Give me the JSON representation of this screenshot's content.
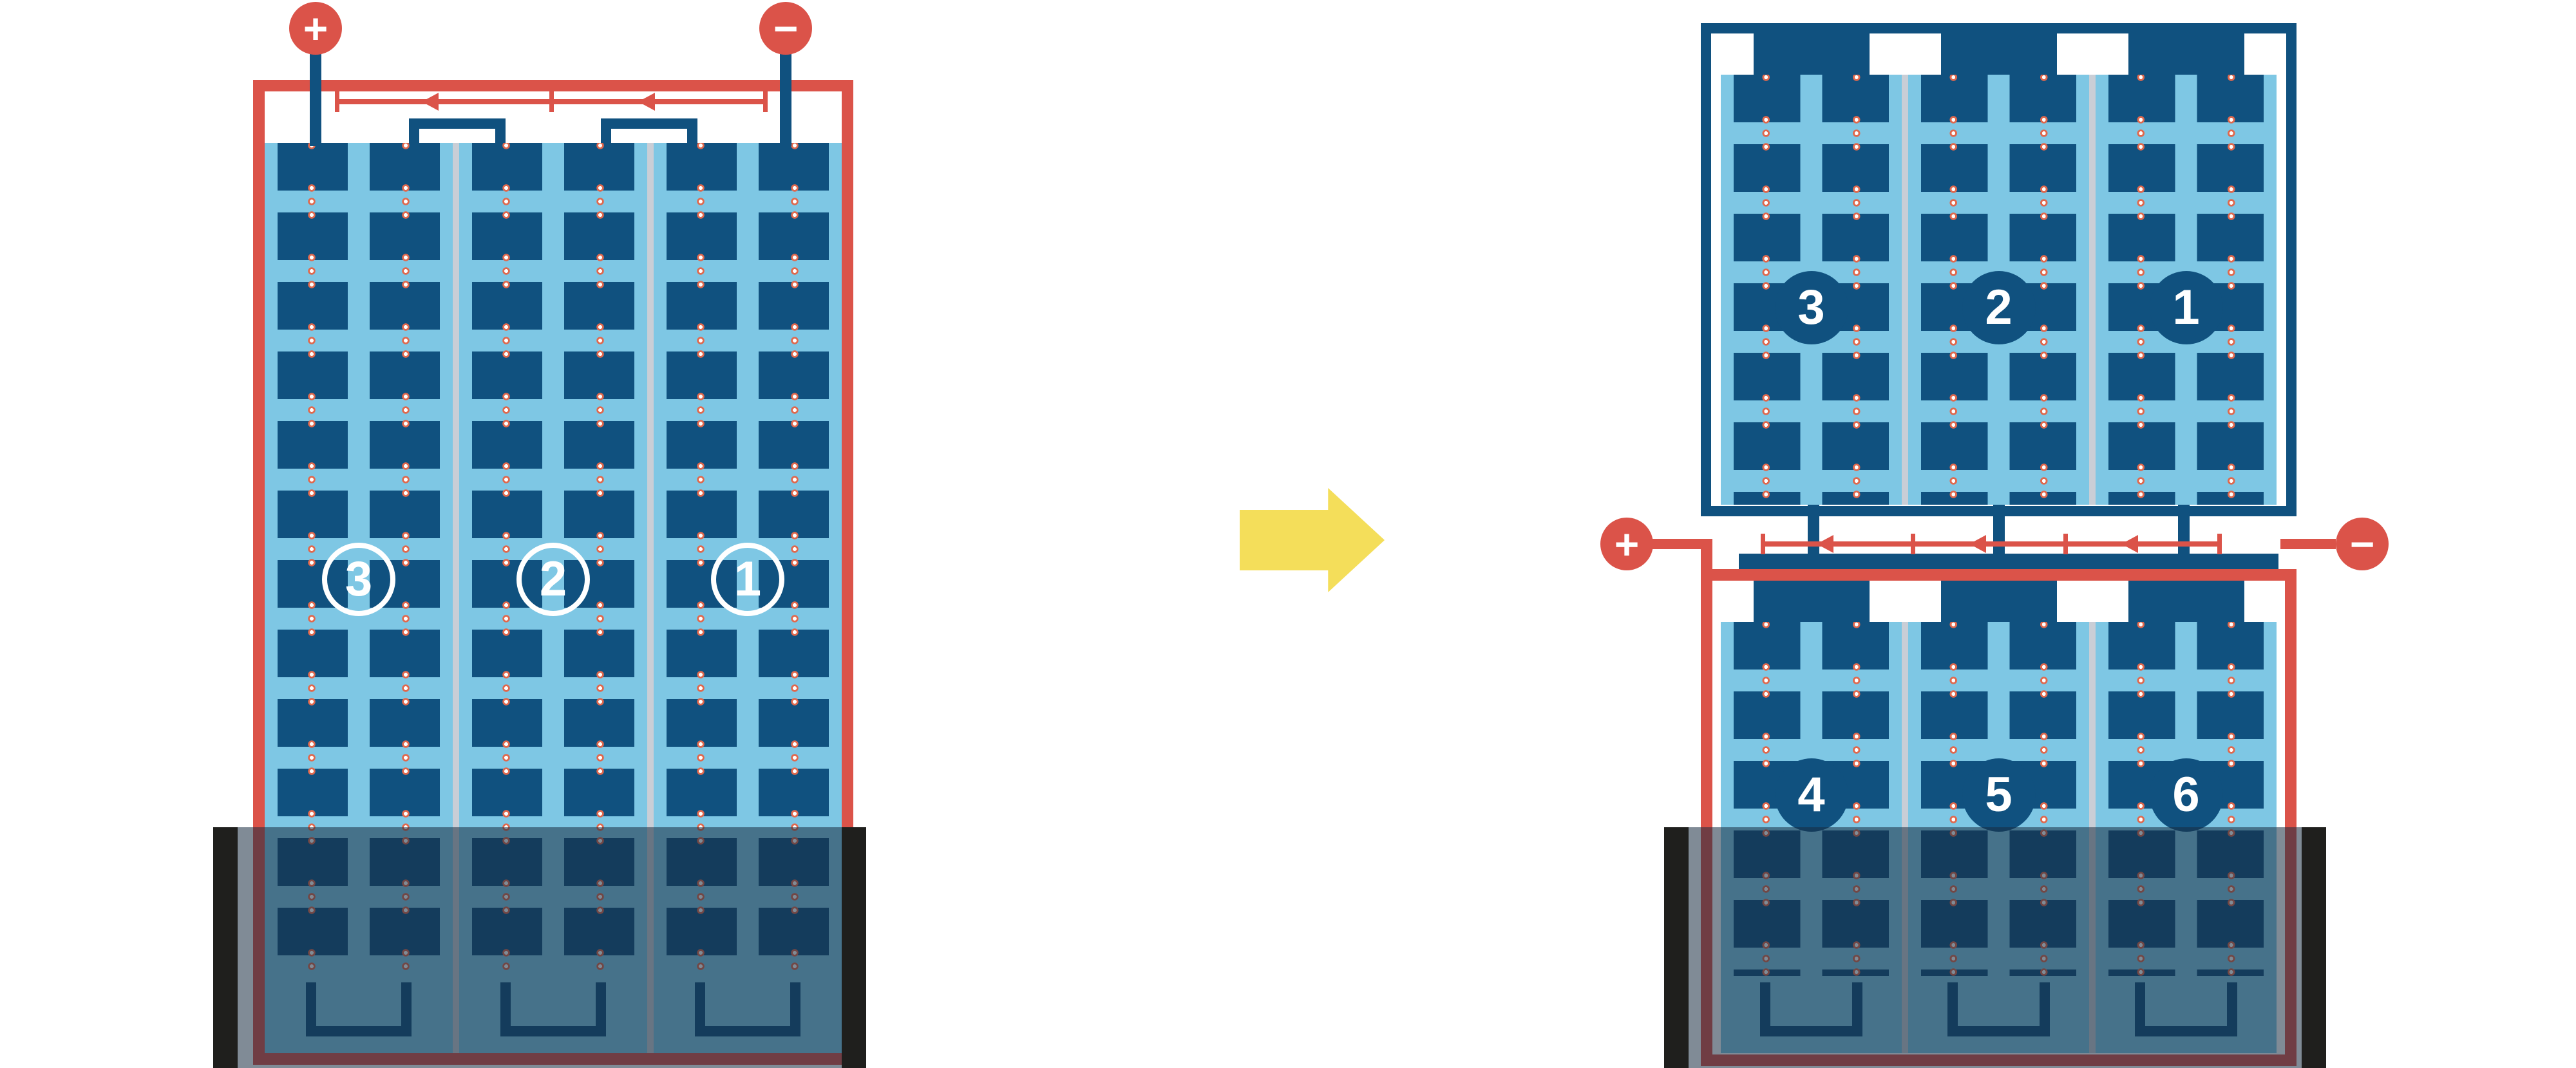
{
  "colors": {
    "red": "#DB5349",
    "dark_blue": "#10517F",
    "light_blue": "#7EC7E4",
    "separator": "#C9CED6",
    "flood_overlay": "rgba(24,44,63,0.55)",
    "flood_bar": "#1F1F1D",
    "arrow_yellow": "#F4DE5A",
    "dot_ring": "#E0684D",
    "badge_text": "#FFFFFF"
  },
  "icons": {
    "transform_arrow": "right-arrow",
    "positive_terminal": "plus-icon",
    "negative_terminal": "minus-icon"
  },
  "left_assembly": {
    "terminals": {
      "positive": "+",
      "negative": "−"
    },
    "strings": [
      {
        "label": "3"
      },
      {
        "label": "2"
      },
      {
        "label": "1"
      }
    ]
  },
  "right_assembly": {
    "terminals": {
      "positive": "+",
      "negative": "−"
    },
    "upper_unit": {
      "strings": [
        {
          "label": "3"
        },
        {
          "label": "2"
        },
        {
          "label": "1"
        }
      ]
    },
    "lower_unit": {
      "strings": [
        {
          "label": "4"
        },
        {
          "label": "5"
        },
        {
          "label": "6"
        }
      ]
    }
  }
}
